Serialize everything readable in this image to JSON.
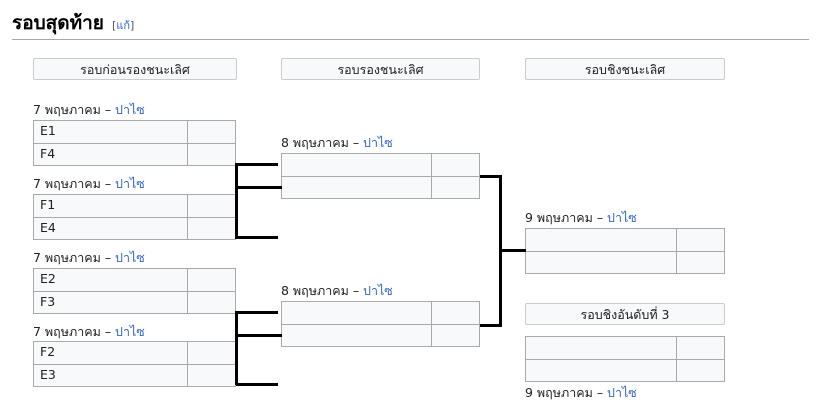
{
  "heading": {
    "title": "รอบสุดท้าย",
    "edit_open": "[",
    "edit_label": "แก้",
    "edit_close": "]"
  },
  "rounds": {
    "quarterfinal_label": "รอบก่อนรองชนะเลิศ",
    "semifinal_label": "รอบรองชนะเลิศ",
    "final_label": "รอบชิงชนะเลิศ",
    "third_place_label": "รอบชิงอันดับที่ 3"
  },
  "dates": {
    "may7": "7 พฤษภาคม",
    "may8": "8 พฤษภาคม",
    "may9": "9 พฤษภาคม",
    "dash": " – ",
    "venue": "ปาไซ"
  },
  "matches": {
    "qf1": {
      "team1": "E1",
      "team2": "F4",
      "score1": "",
      "score2": ""
    },
    "qf2": {
      "team1": "F1",
      "team2": "E4",
      "score1": "",
      "score2": ""
    },
    "qf3": {
      "team1": "E2",
      "team2": "F3",
      "score1": "",
      "score2": ""
    },
    "qf4": {
      "team1": "F2",
      "team2": "E3",
      "score1": "",
      "score2": ""
    },
    "sf1": {
      "team1": "",
      "team2": "",
      "score1": "",
      "score2": ""
    },
    "sf2": {
      "team1": "",
      "team2": "",
      "score1": "",
      "score2": ""
    },
    "final": {
      "team1": "",
      "team2": "",
      "score1": "",
      "score2": ""
    },
    "third": {
      "team1": "",
      "team2": "",
      "score1": "",
      "score2": ""
    }
  },
  "colors": {
    "link": "#3366cc",
    "border": "#aaaaaa",
    "cell_bg": "#f8f9fa",
    "connector": "#000000",
    "heading_rule": "#a2a9b1"
  }
}
